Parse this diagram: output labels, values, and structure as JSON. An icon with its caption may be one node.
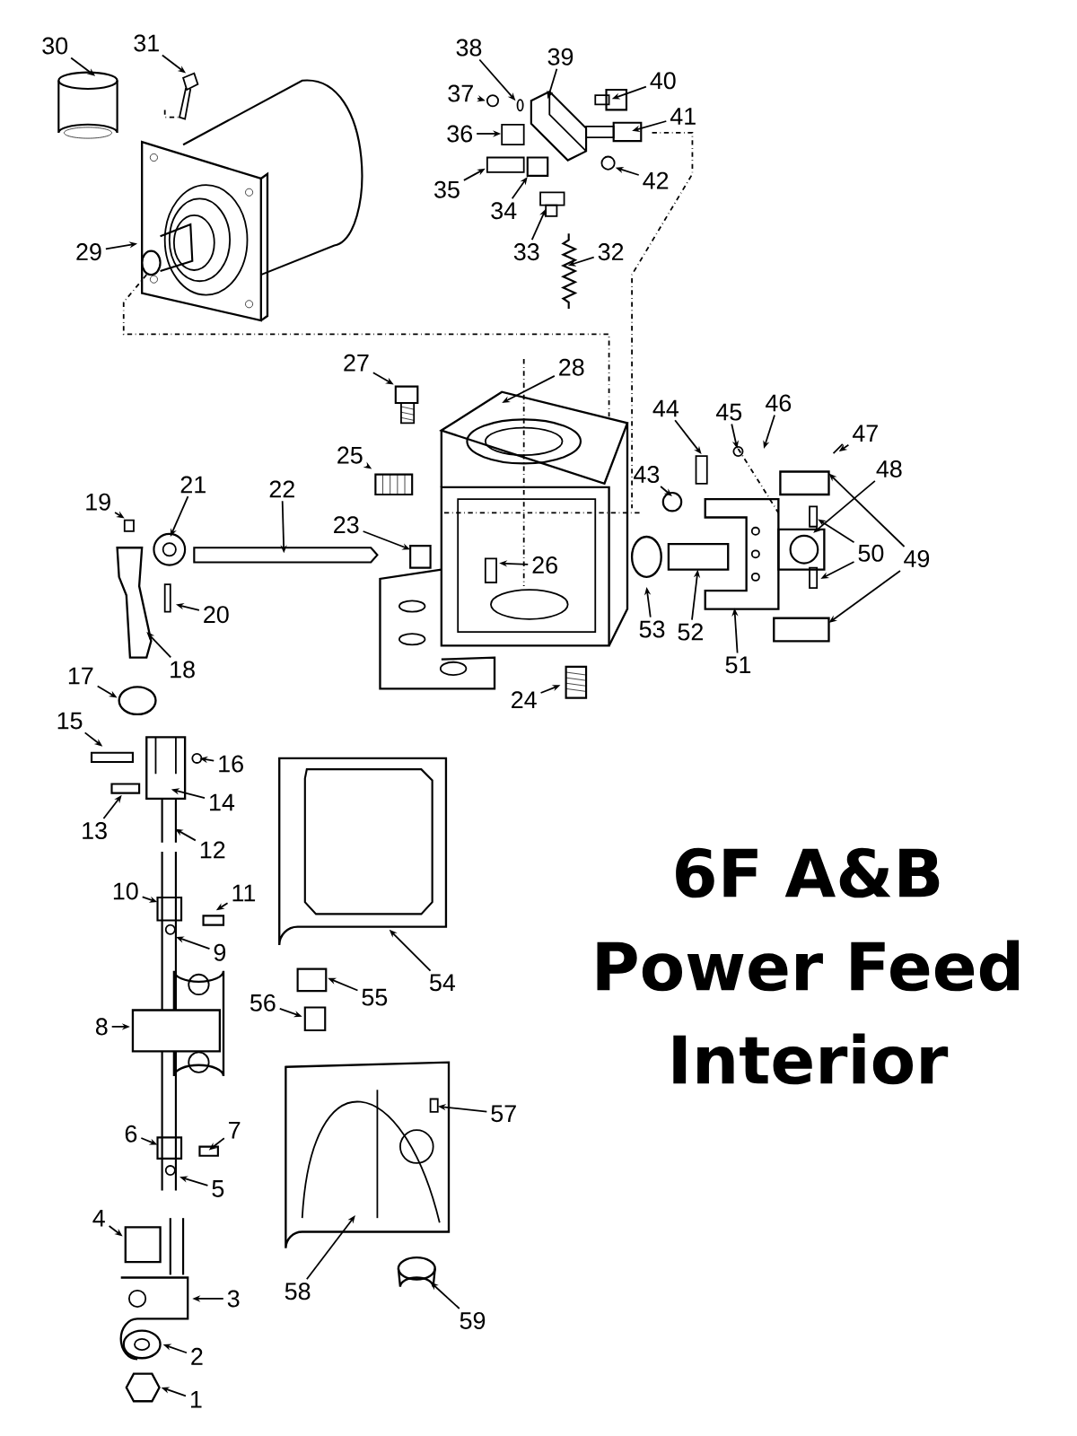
{
  "diagram": {
    "title": "6F A&B Power Feed Interior",
    "nodes": [
      {
        "text": [
          "30"
        ]
      },
      {
        "text": [
          "31"
        ]
      },
      {
        "text": [
          "38"
        ]
      },
      {
        "text": [
          "39"
        ]
      },
      {
        "text": [
          "37"
        ]
      },
      {
        "text": [
          "40"
        ]
      },
      {
        "text": [
          "36"
        ]
      },
      {
        "text": [
          "41"
        ]
      },
      {
        "text": [
          "35"
        ]
      },
      {
        "text": [
          "42"
        ]
      },
      {
        "text": [
          "34"
        ]
      },
      {
        "text": [
          "33"
        ]
      },
      {
        "text": [
          "32"
        ]
      },
      {
        "text": [
          "29"
        ]
      },
      {
        "text": [
          "27"
        ]
      },
      {
        "text": [
          "28"
        ]
      },
      {
        "text": [
          "44"
        ]
      },
      {
        "text": [
          "46"
        ]
      },
      {
        "text": [
          "45"
        ]
      },
      {
        "text": [
          "47"
        ]
      },
      {
        "text": [
          "25"
        ]
      },
      {
        "text": [
          "48"
        ]
      },
      {
        "text": [
          "43"
        ]
      },
      {
        "text": [
          "21"
        ]
      },
      {
        "text": [
          "22"
        ]
      },
      {
        "text": [
          "19"
        ]
      },
      {
        "text": [
          "23"
        ]
      },
      {
        "text": [
          "26"
        ]
      },
      {
        "text": [
          "50"
        ]
      },
      {
        "text": [
          "49"
        ]
      },
      {
        "text": [
          "20"
        ]
      },
      {
        "text": [
          "53"
        ]
      },
      {
        "text": [
          "52"
        ]
      },
      {
        "text": [
          "51"
        ]
      },
      {
        "text": [
          "18"
        ]
      },
      {
        "text": [
          "17"
        ]
      },
      {
        "text": [
          "24"
        ]
      },
      {
        "text": [
          "15"
        ]
      },
      {
        "text": [
          "16"
        ]
      },
      {
        "text": [
          "14"
        ]
      },
      {
        "text": [
          "13"
        ]
      },
      {
        "text": [
          "12"
        ]
      },
      {
        "text": [
          "10"
        ]
      },
      {
        "text": [
          "11"
        ]
      },
      {
        "text": [
          "9"
        ]
      },
      {
        "text": [
          "54"
        ]
      },
      {
        "text": [
          "55"
        ]
      },
      {
        "text": [
          "56"
        ]
      },
      {
        "text": [
          "8"
        ]
      },
      {
        "text": [
          "57"
        ]
      },
      {
        "text": [
          "6"
        ]
      },
      {
        "text": [
          "7"
        ]
      },
      {
        "text": [
          "5"
        ]
      },
      {
        "text": [
          "4"
        ]
      },
      {
        "text": [
          "3"
        ]
      },
      {
        "text": [
          "58"
        ]
      },
      {
        "text": [
          "59"
        ]
      },
      {
        "text": [
          "2"
        ]
      },
      {
        "text": [
          "1"
        ]
      }
    ],
    "edges": [
      {
        "from": 0,
        "to": null,
        "arrow": "to"
      },
      {
        "from": 1,
        "to": null,
        "arrow": "to"
      },
      {
        "from": 2,
        "to": null,
        "arrow": "to"
      },
      {
        "from": 3,
        "to": null,
        "arrow": "to"
      },
      {
        "from": 4,
        "to": null,
        "arrow": "to"
      },
      {
        "from": 5,
        "to": null,
        "arrow": "to"
      },
      {
        "from": 6,
        "to": null,
        "arrow": "to"
      },
      {
        "from": 7,
        "to": null,
        "arrow": "to"
      },
      {
        "from": 8,
        "to": null,
        "arrow": "to"
      },
      {
        "from": 9,
        "to": null,
        "arrow": "to"
      },
      {
        "from": 10,
        "to": null,
        "arrow": "to"
      },
      {
        "from": 11,
        "to": null,
        "arrow": "to"
      },
      {
        "from": 12,
        "to": null,
        "arrow": "to"
      },
      {
        "from": 13,
        "to": null,
        "arrow": "to"
      },
      {
        "from": 14,
        "to": null,
        "arrow": "to"
      },
      {
        "from": 15,
        "to": null,
        "arrow": "to"
      },
      {
        "from": 16,
        "to": null,
        "arrow": "to"
      },
      {
        "from": 17,
        "to": null,
        "arrow": "to"
      },
      {
        "from": 18,
        "to": null,
        "arrow": "to"
      },
      {
        "from": 19,
        "to": null,
        "arrow": "to"
      },
      {
        "from": 20,
        "to": null,
        "arrow": "to"
      },
      {
        "from": 21,
        "to": null,
        "arrow": "to"
      },
      {
        "from": 22,
        "to": null,
        "arrow": "to"
      },
      {
        "from": 23,
        "to": null,
        "arrow": "to"
      },
      {
        "from": 24,
        "to": null,
        "arrow": "to"
      },
      {
        "from": 25,
        "to": null,
        "arrow": "to"
      },
      {
        "from": 26,
        "to": null,
        "arrow": "to"
      },
      {
        "from": 27,
        "to": null,
        "arrow": "to"
      },
      {
        "from": 28,
        "to": null,
        "arrow": "to"
      },
      {
        "from": 29,
        "to": null,
        "arrow": "to"
      },
      {
        "from": 30,
        "to": null,
        "arrow": "to"
      },
      {
        "from": 31,
        "to": null,
        "arrow": "to"
      },
      {
        "from": 32,
        "to": null,
        "arrow": "to"
      },
      {
        "from": 33,
        "to": null,
        "arrow": "to"
      },
      {
        "from": 34,
        "to": null,
        "arrow": "to"
      },
      {
        "from": 35,
        "to": null,
        "arrow": "to"
      },
      {
        "from": 36,
        "to": null,
        "arrow": "to"
      },
      {
        "from": 37,
        "to": null,
        "arrow": "to"
      },
      {
        "from": 38,
        "to": null,
        "arrow": "to"
      },
      {
        "from": 39,
        "to": null,
        "arrow": "to"
      },
      {
        "from": 40,
        "to": null,
        "arrow": "to"
      },
      {
        "from": 41,
        "to": null,
        "arrow": "to"
      },
      {
        "from": 42,
        "to": null,
        "arrow": "to"
      },
      {
        "from": 43,
        "to": null,
        "arrow": "to"
      },
      {
        "from": 44,
        "to": null,
        "arrow": "to"
      },
      {
        "from": 45,
        "to": null,
        "arrow": "to"
      },
      {
        "from": 46,
        "to": null,
        "arrow": "to"
      },
      {
        "from": 47,
        "to": null,
        "arrow": "to"
      },
      {
        "from": 48,
        "to": null,
        "arrow": "to"
      },
      {
        "from": 49,
        "to": null,
        "arrow": "to"
      },
      {
        "from": 50,
        "to": null,
        "arrow": "to"
      },
      {
        "from": 51,
        "to": null,
        "arrow": "to"
      },
      {
        "from": 52,
        "to": null,
        "arrow": "to"
      },
      {
        "from": 53,
        "to": null,
        "arrow": "to"
      },
      {
        "from": 54,
        "to": null,
        "arrow": "to"
      },
      {
        "from": 55,
        "to": null,
        "arrow": "to"
      },
      {
        "from": 56,
        "to": null,
        "arrow": "to"
      },
      {
        "from": 57,
        "to": null,
        "arrow": "to"
      },
      {
        "from": 58,
        "to": null,
        "arrow": "to"
      },
      {
        "from": 28,
        "to": null,
        "arrow": "to"
      },
      {
        "from": 29,
        "to": null,
        "arrow": "to"
      }
    ]
  }
}
